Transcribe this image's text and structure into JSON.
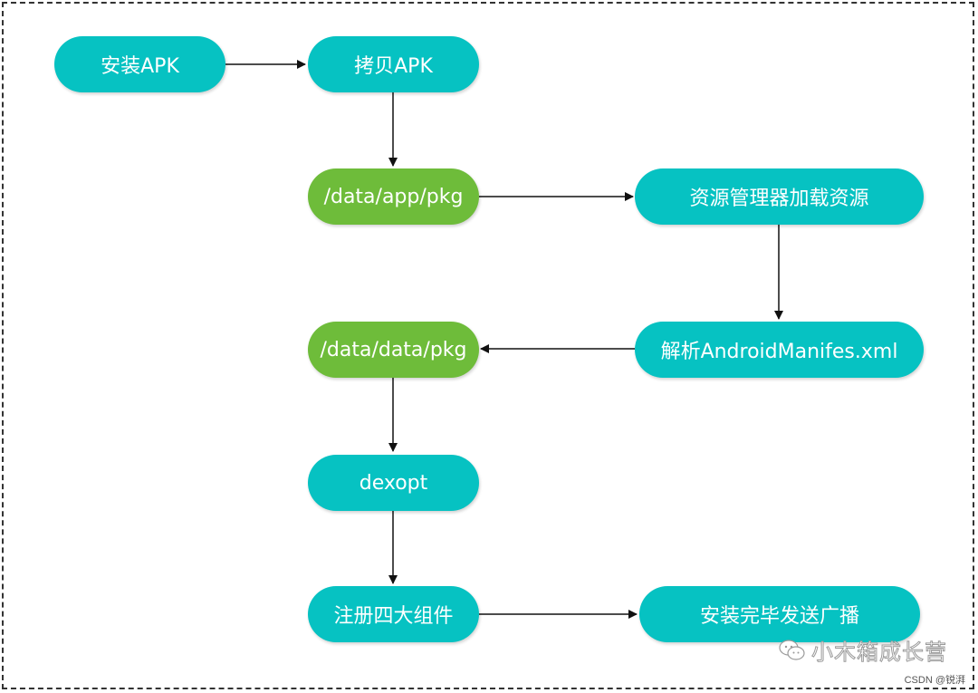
{
  "diagram": {
    "nodes": [
      {
        "id": "install-apk",
        "label": "安装APK",
        "color": "teal"
      },
      {
        "id": "copy-apk",
        "label": "拷贝APK",
        "color": "teal"
      },
      {
        "id": "data-app-pkg",
        "label": "/data/app/pkg",
        "color": "green"
      },
      {
        "id": "resource-manager",
        "label": "资源管理器加载资源",
        "color": "teal"
      },
      {
        "id": "parse-manifest",
        "label": "解析AndroidManifes.xml",
        "color": "teal"
      },
      {
        "id": "data-data-pkg",
        "label": "/data/data/pkg",
        "color": "green"
      },
      {
        "id": "dexopt",
        "label": "dexopt",
        "color": "teal"
      },
      {
        "id": "register-components",
        "label": "注册四大组件",
        "color": "teal"
      },
      {
        "id": "install-complete",
        "label": "安装完毕发送广播",
        "color": "teal"
      }
    ],
    "edges": [
      {
        "from": "install-apk",
        "to": "copy-apk"
      },
      {
        "from": "copy-apk",
        "to": "data-app-pkg"
      },
      {
        "from": "data-app-pkg",
        "to": "resource-manager"
      },
      {
        "from": "resource-manager",
        "to": "parse-manifest"
      },
      {
        "from": "parse-manifest",
        "to": "data-data-pkg"
      },
      {
        "from": "data-data-pkg",
        "to": "dexopt"
      },
      {
        "from": "dexopt",
        "to": "register-components"
      },
      {
        "from": "register-components",
        "to": "install-complete"
      }
    ],
    "colors": {
      "teal": "#06c2c2",
      "green": "#6ebc3a",
      "arrow": "#111111"
    }
  },
  "watermark": {
    "icon": "wechat-icon",
    "text": "小木箱成长营"
  },
  "credit": "CSDN @锐湃"
}
